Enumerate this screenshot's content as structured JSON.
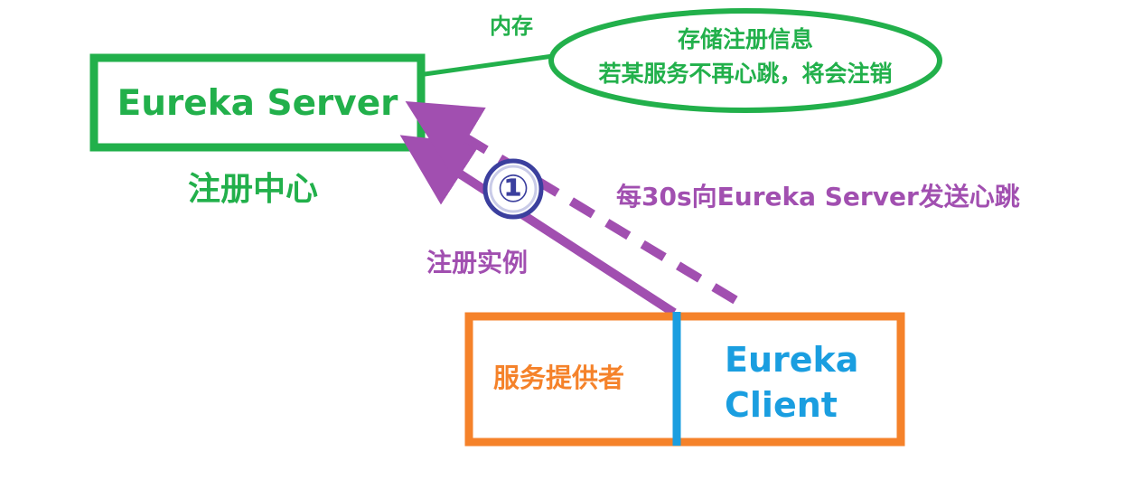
{
  "server": {
    "title": "Eureka Server",
    "caption": "注册中心"
  },
  "memory": {
    "label": "内存",
    "bubble_line1": "存储注册信息",
    "bubble_line2": "若某服务不再心跳，将会注销"
  },
  "register": {
    "step_symbol": "①",
    "label": "注册实例"
  },
  "heartbeat": {
    "label": "每30s向Eureka Server发送心跳"
  },
  "provider": {
    "label": "服务提供者",
    "client_line1": "Eureka",
    "client_line2": "Client"
  },
  "colors": {
    "green": "#22b04b",
    "purple": "#a14fb0",
    "orange": "#f5822a",
    "blue": "#1a9ee0",
    "step_circle": "#3b3f9e"
  }
}
